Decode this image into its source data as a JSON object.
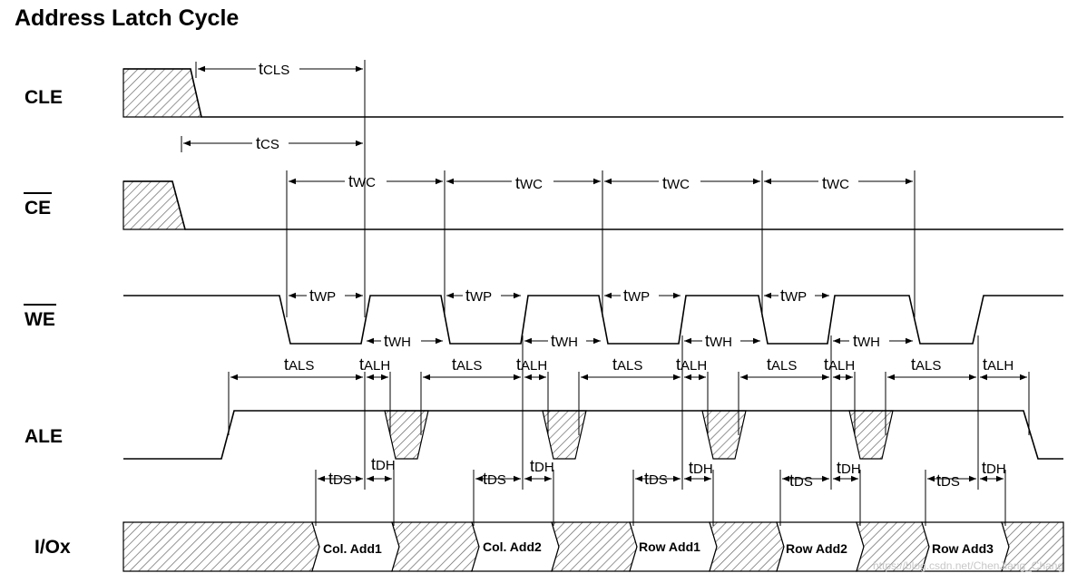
{
  "title": "Address Latch Cycle",
  "signals": {
    "cle": "CLE",
    "ce": "CE",
    "we": "WE",
    "ale": "ALE",
    "io": "I/Ox"
  },
  "timing": {
    "tcls": {
      "t": "t",
      "sub": "CLS"
    },
    "tcs": {
      "t": "t",
      "sub": "CS"
    },
    "twc": {
      "t": "t",
      "sub": "WC"
    },
    "twp": {
      "t": "t",
      "sub": "WP"
    },
    "twh": {
      "t": "t",
      "sub": "WH"
    },
    "tals": {
      "t": "t",
      "sub": "ALS"
    },
    "talh": {
      "t": "t",
      "sub": "ALH"
    },
    "tds": {
      "t": "t",
      "sub": "DS"
    },
    "tdh": {
      "t": "t",
      "sub": "DH"
    }
  },
  "bus_values": [
    "Col. Add1",
    "Col. Add2",
    "Row Add1",
    "Row Add2",
    "Row Add3"
  ],
  "watermark": "https://blog.csdn.net/ChenJiang_Chang"
}
